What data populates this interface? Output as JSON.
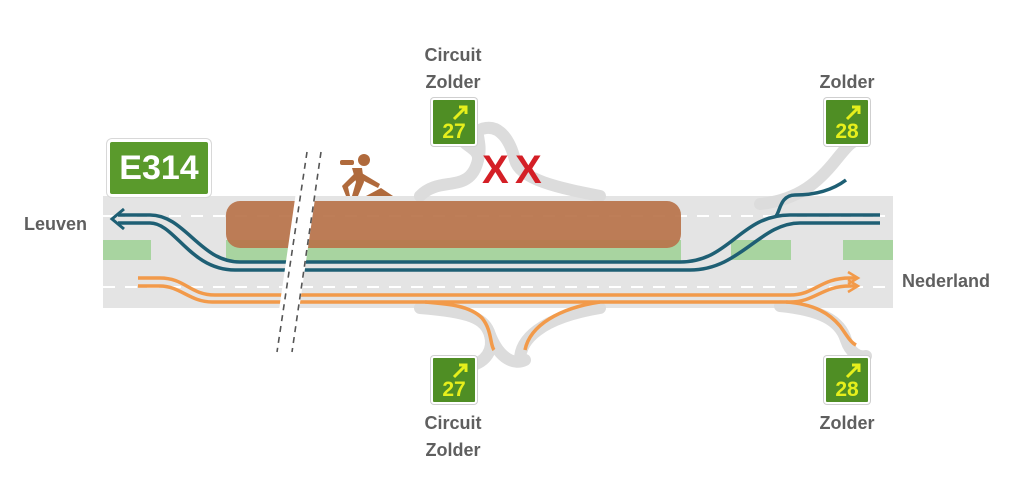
{
  "highway": {
    "label": "E314"
  },
  "directions": {
    "west": "Leuven",
    "east": "Nederland"
  },
  "exits": [
    {
      "number": "27",
      "name_line1": "Circuit",
      "name_line2": "Zolder",
      "side": "north"
    },
    {
      "number": "28",
      "name_line1": "Zolder",
      "name_line2": "",
      "side": "north"
    },
    {
      "number": "27",
      "name_line1": "Circuit",
      "name_line2": "Zolder",
      "side": "south"
    },
    {
      "number": "28",
      "name_line1": "Zolder",
      "name_line2": "",
      "side": "south"
    }
  ],
  "closure": {
    "marks": [
      "X",
      "X"
    ],
    "color": "#d41f26"
  },
  "colors": {
    "road": "#e4e4e4",
    "median": "#a8d4a0",
    "worksite": "#b9734a",
    "westbound_lanes": "#1e5f74",
    "eastbound_lanes": "#f29a4a",
    "exit_sign": "#4f8e24",
    "exit_number": "#e6ef1c"
  },
  "icons": {
    "worker": "roadworker-icon",
    "break": "road-break-icon",
    "exit_arrow": "exit-arrow-icon"
  }
}
